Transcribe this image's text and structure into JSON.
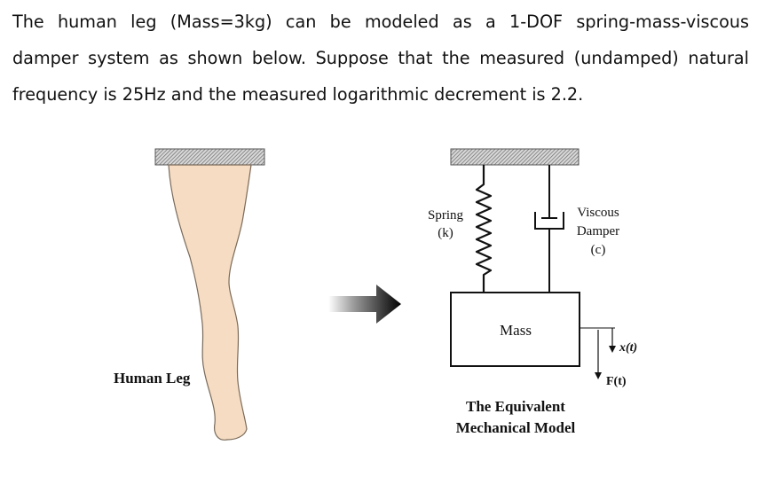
{
  "problem": {
    "line1": "The human leg (Mass=3kg) can be modeled as a 1-DOF spring-mass-viscous",
    "line2": "damper system as shown below. Suppose that the measured (undamped) natural",
    "line3": "frequency is 25Hz and the measured logarithmic decrement is 2.2."
  },
  "figure": {
    "leg_label": "Human Leg",
    "spring_label_1": "Spring",
    "spring_label_2": "(k)",
    "damper_label_1": "Viscous",
    "damper_label_2": "Damper",
    "damper_label_3": "(c)",
    "mass_label": "Mass",
    "displacement_label": "x(t)",
    "force_label": "F(t)",
    "caption_1": "The Equivalent",
    "caption_2": "Mechanical Model"
  },
  "colors": {
    "leg_fill": "#f5dcc2",
    "leg_stroke": "#7a6a5a",
    "ground_fill": "#8a8a8a",
    "text": "#111111"
  }
}
